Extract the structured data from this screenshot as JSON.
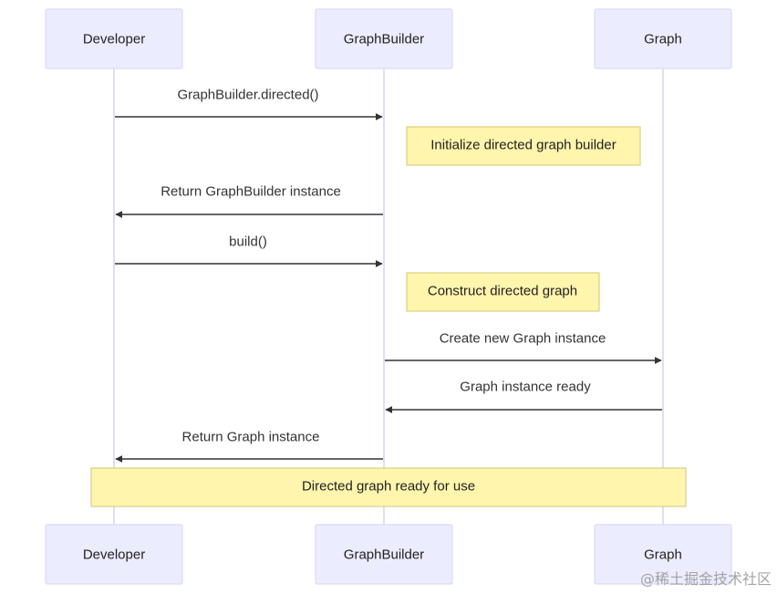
{
  "actors": [
    {
      "id": "developer",
      "label": "Developer"
    },
    {
      "id": "graphbuilder",
      "label": "GraphBuilder"
    },
    {
      "id": "graph",
      "label": "Graph"
    }
  ],
  "messages": [
    {
      "from": "developer",
      "to": "graphbuilder",
      "text": "GraphBuilder.directed()"
    },
    {
      "from": "graphbuilder",
      "to": "developer",
      "text": "Return GraphBuilder instance"
    },
    {
      "from": "developer",
      "to": "graphbuilder",
      "text": "build()"
    },
    {
      "from": "graphbuilder",
      "to": "graph",
      "text": "Create new Graph instance"
    },
    {
      "from": "graph",
      "to": "graphbuilder",
      "text": "Graph instance ready"
    },
    {
      "from": "graphbuilder",
      "to": "developer",
      "text": "Return Graph instance"
    }
  ],
  "notes": [
    {
      "text": "Initialize directed graph builder",
      "position": "right of graphbuilder"
    },
    {
      "text": "Construct directed graph",
      "position": "right of graphbuilder"
    },
    {
      "text": "Directed graph ready for use",
      "position": "over developer to graph"
    }
  ],
  "colors": {
    "actor_fill": "#ECECFF",
    "actor_border": "#DCD9F8",
    "lifeline": "#D7D2F2",
    "note_fill": "#FFF5AD",
    "note_border": "#D9D084",
    "arrow": "#333333"
  },
  "watermark": "@稀土掘金技术社区"
}
